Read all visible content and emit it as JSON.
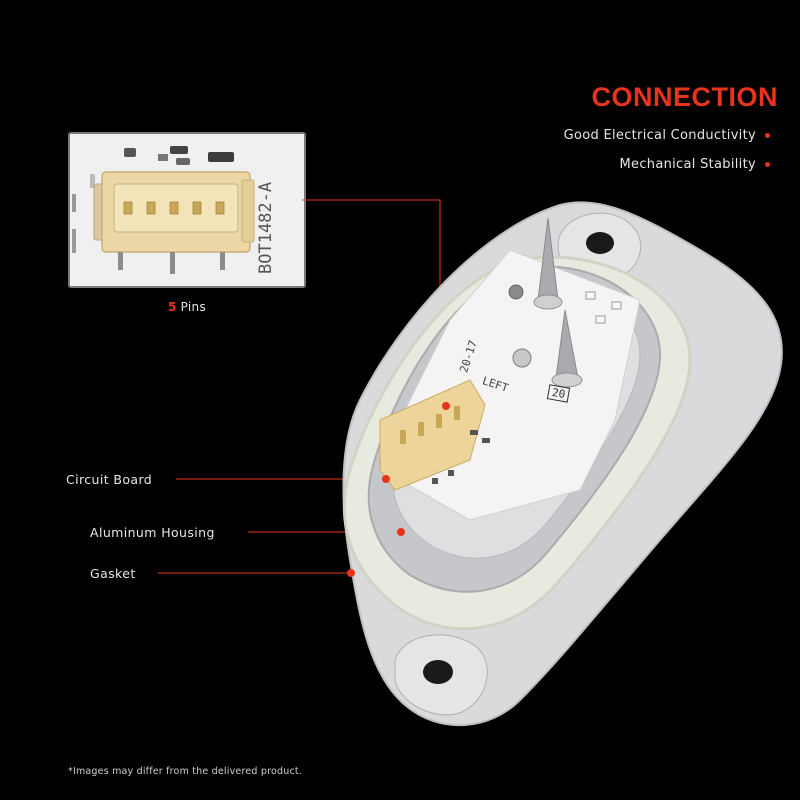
{
  "colors": {
    "accent": "#e8341c",
    "background": "#000000",
    "text": "#e6e6e6"
  },
  "header": {
    "title": "CONNECTION"
  },
  "features": [
    {
      "label": "Good Electrical Conductivity",
      "bullet_icon": "red-dot-icon"
    },
    {
      "label": "Mechanical Stability",
      "bullet_icon": "red-dot-icon"
    }
  ],
  "inset": {
    "board_marking": "BOT1482-A",
    "caption_count": "5",
    "caption_label": "Pins"
  },
  "board": {
    "marking_top": "20-17",
    "marking_side": "LEFT",
    "marking_box": "20"
  },
  "callouts": {
    "circuit_board": "Circuit Board",
    "aluminum_housing": "Aluminum Housing",
    "gasket": "Gasket"
  },
  "disclaimer": "*Images may differ from the delivered product."
}
